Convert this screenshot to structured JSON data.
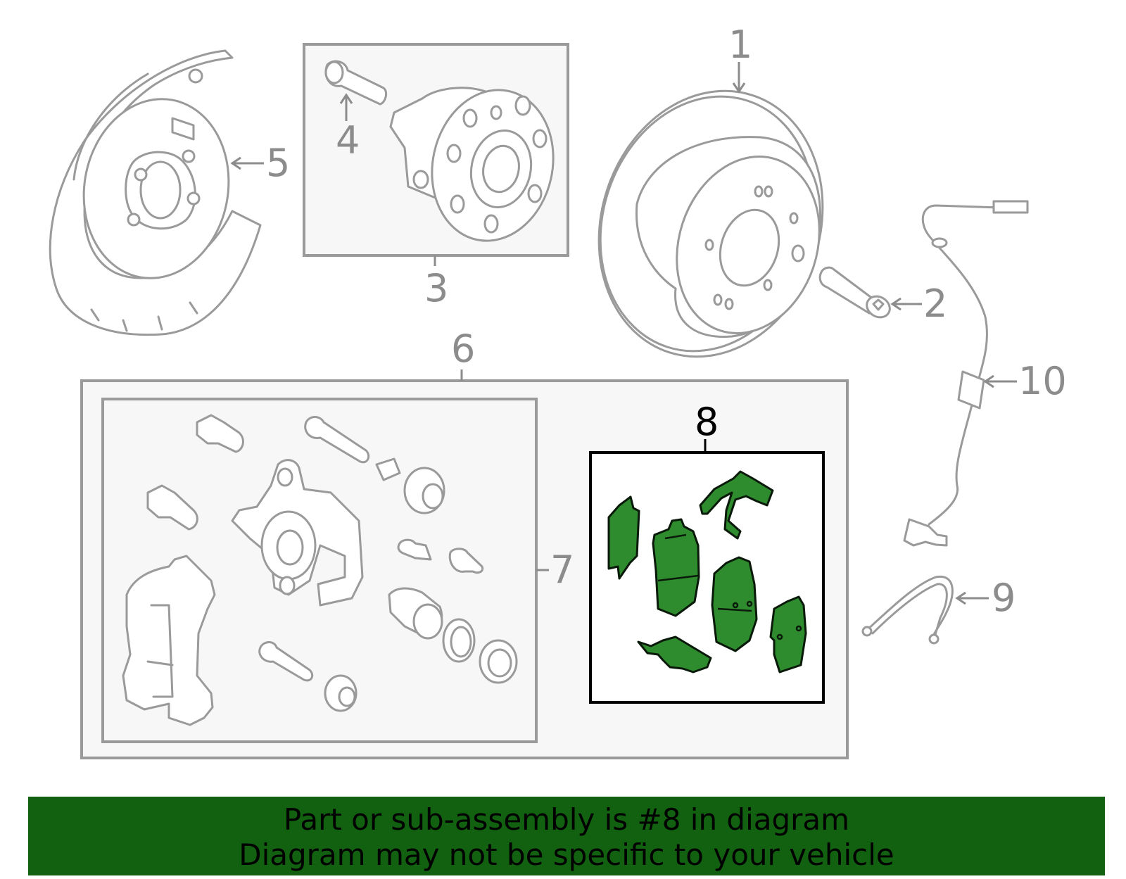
{
  "callouts": {
    "c1": "1",
    "c2": "2",
    "c3": "3",
    "c4": "4",
    "c5": "5",
    "c6": "6",
    "c7": "7",
    "c8": "8",
    "c9": "9",
    "c10": "10"
  },
  "highlighted_part": "8",
  "colors": {
    "highlight_fill": "#2e8b2e",
    "footer_bg": "#116110",
    "line_gray": "#9a9a9a"
  },
  "footer": {
    "line1": "Part or sub-assembly is #8 in diagram",
    "line2": "Diagram may not be specific to your vehicle"
  }
}
